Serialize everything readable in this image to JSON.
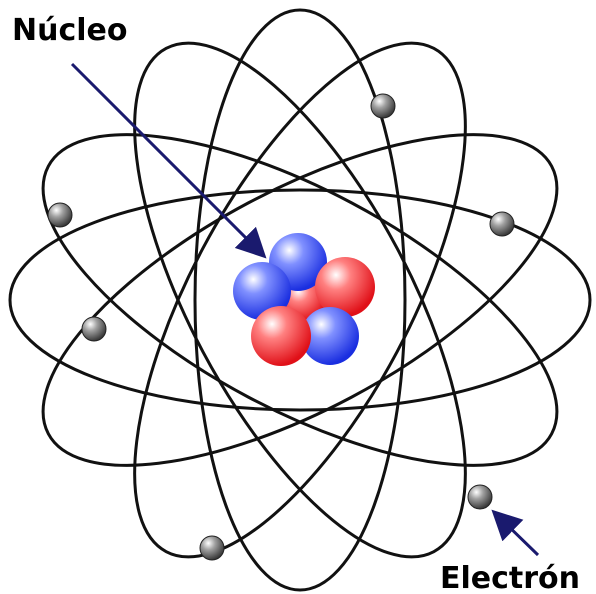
{
  "labels": {
    "nucleus": "Núcleo",
    "electron": "Electrón"
  },
  "colors": {
    "orbit": "#111111",
    "proton": "#e01018",
    "neutron": "#1a2ee0",
    "electron": "#6a6a6a",
    "arrow": "#1a1a6e",
    "label": "#000000"
  },
  "nucleus": {
    "particles": [
      {
        "kind": "proton"
      },
      {
        "kind": "neutron"
      },
      {
        "kind": "neutron"
      },
      {
        "kind": "proton"
      },
      {
        "kind": "proton"
      },
      {
        "kind": "neutron"
      }
    ]
  },
  "orbits": [
    {
      "name": "orbit-horizontal"
    },
    {
      "name": "orbit-vertical"
    },
    {
      "name": "orbit-tilted-down-right"
    },
    {
      "name": "orbit-tilted-down-left"
    },
    {
      "name": "orbit-steep-right"
    },
    {
      "name": "orbit-steep-left"
    }
  ],
  "electrons": [
    {
      "name": "electron-top-right"
    },
    {
      "name": "electron-left-upper"
    },
    {
      "name": "electron-right-upper"
    },
    {
      "name": "electron-left-middle"
    },
    {
      "name": "electron-bottom-right"
    },
    {
      "name": "electron-bottom-left"
    }
  ]
}
